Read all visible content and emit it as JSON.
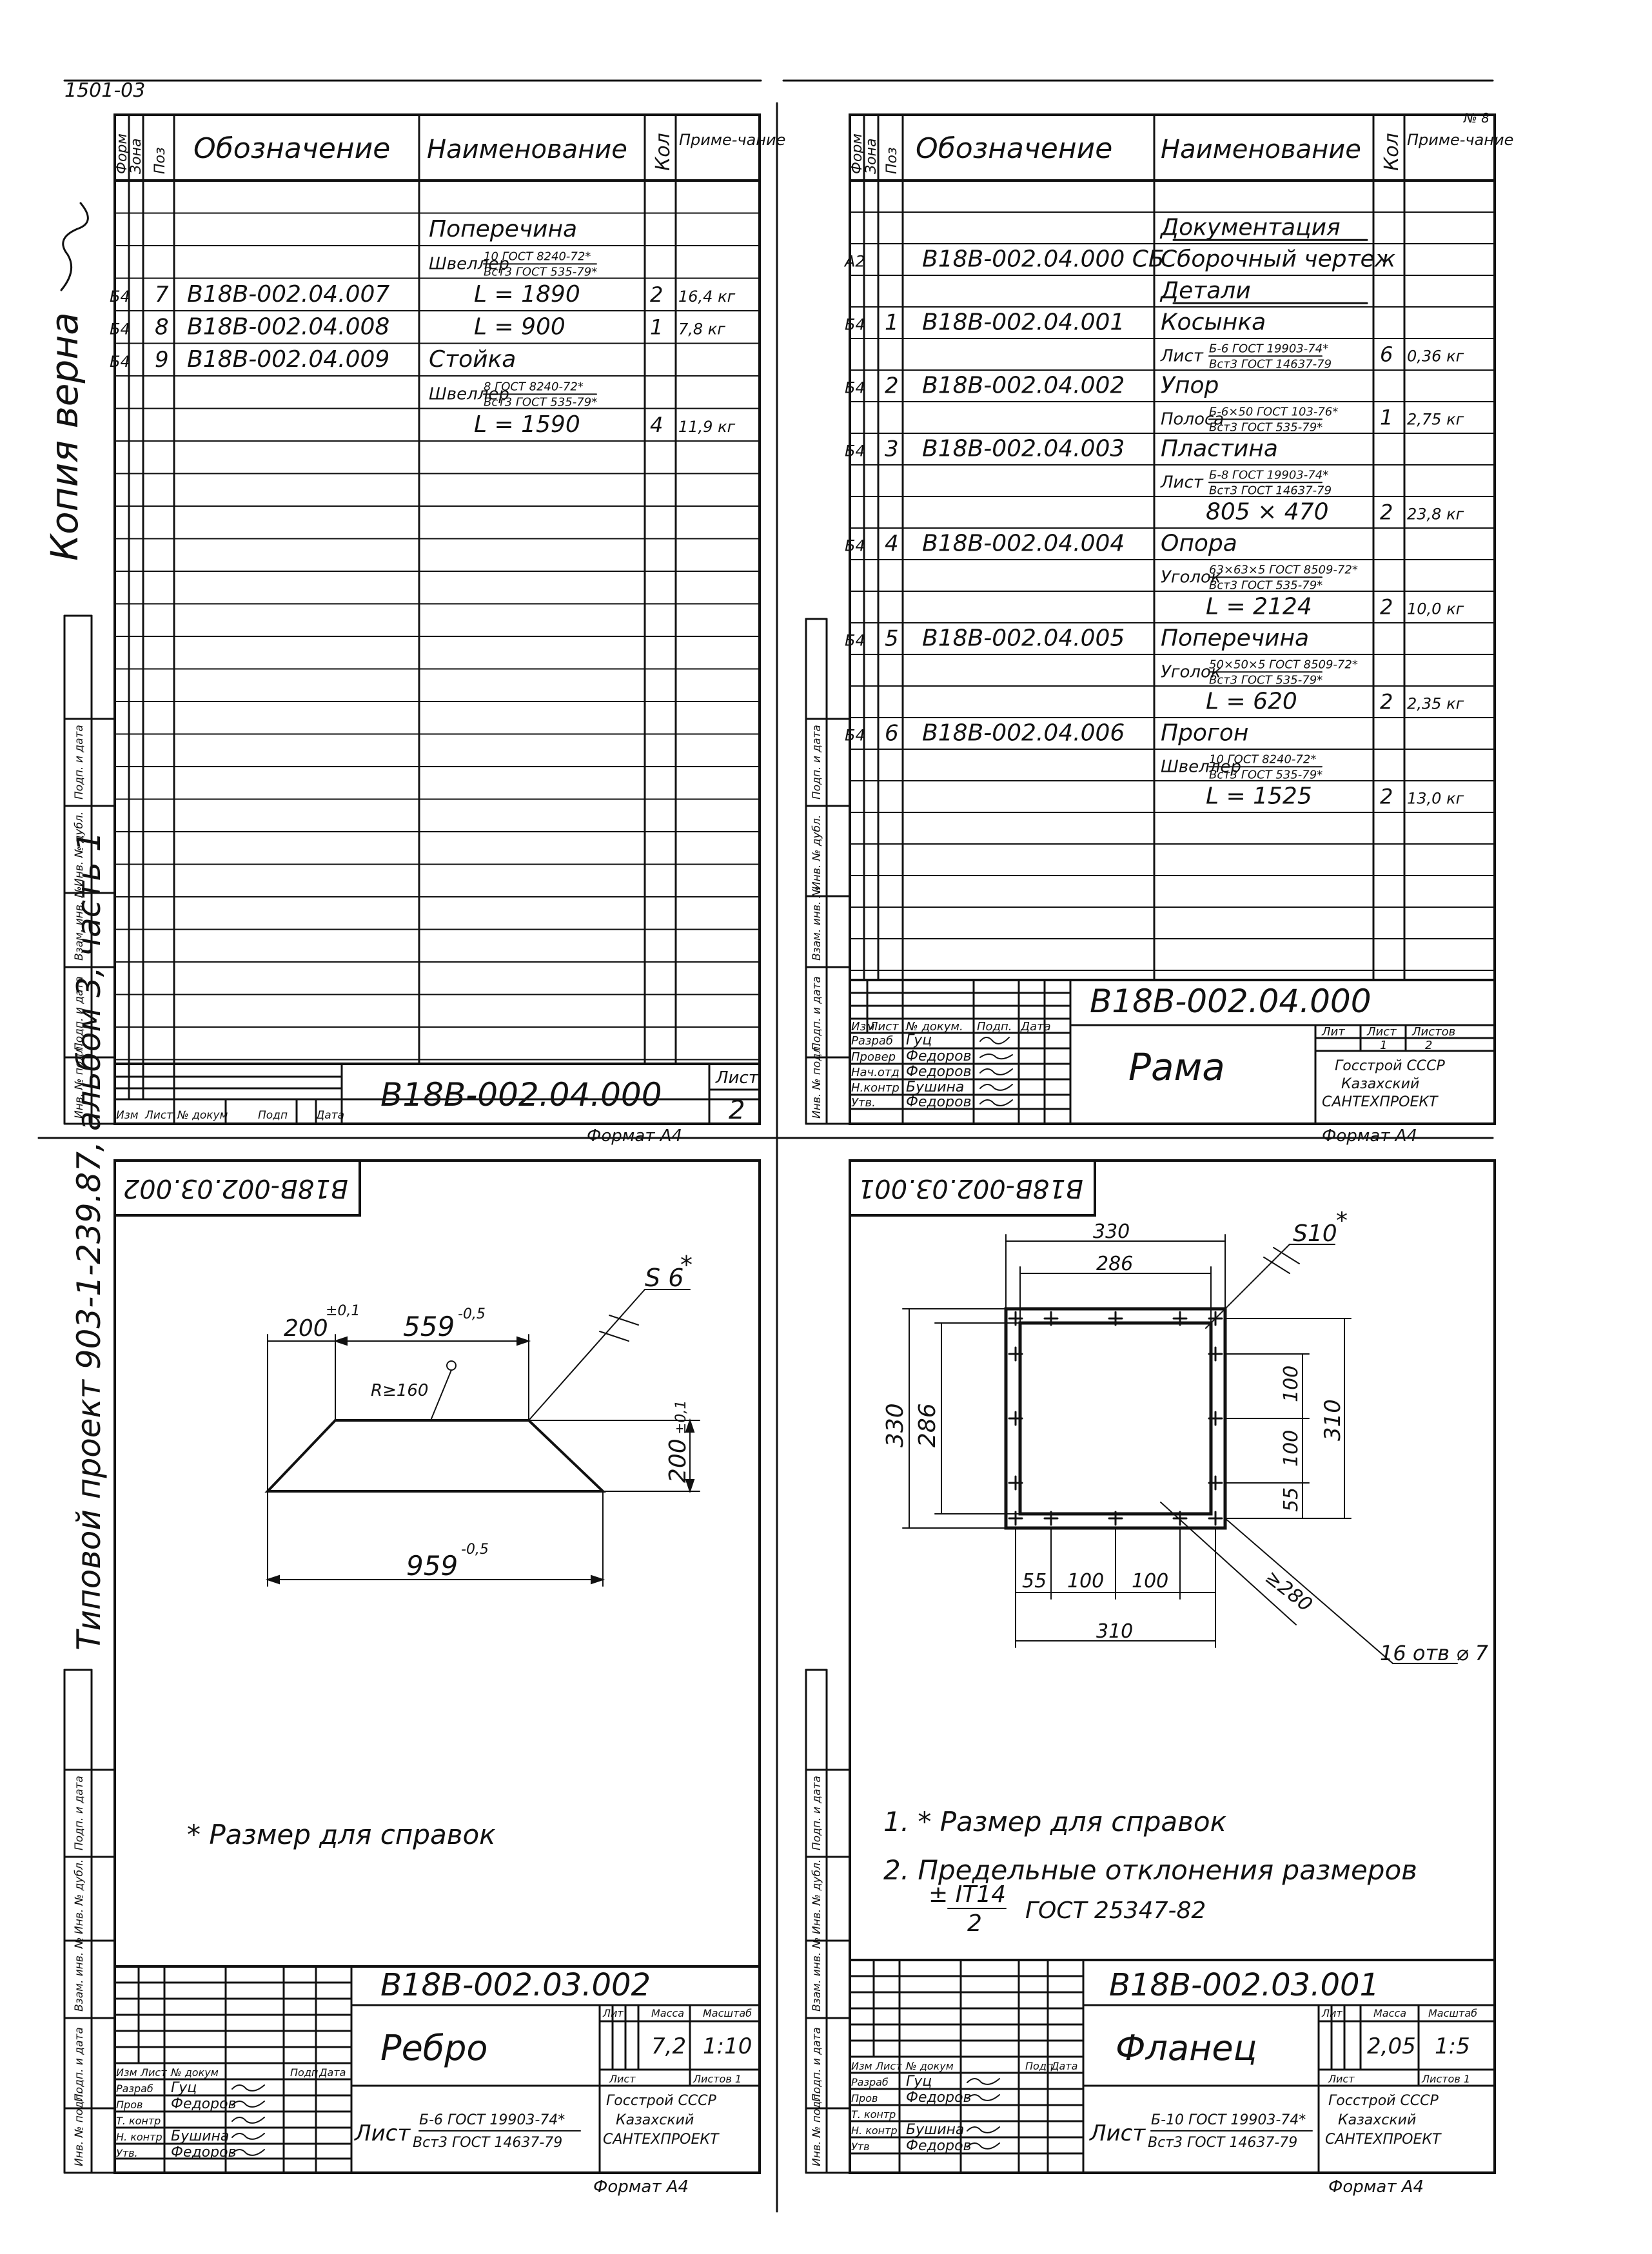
{
  "page": {
    "corner_code": "1501-03",
    "series_note": "Типовой проект 903-1-239.87, альбом 3, часть 1",
    "copy_note": "Копия верна"
  },
  "sheet_tl": {
    "headers": [
      "Форм",
      "Зона",
      "Поз",
      "Обозначение",
      "Наименование",
      "Кол",
      "Приме-чание"
    ],
    "rows": [
      {
        "name": "Поперечина"
      },
      {
        "name": "Швеллер",
        "spec_top": "10 ГОСТ 8240-72*",
        "spec_bottom": "Вст3 ГОСТ 535-79*"
      },
      {
        "fmt": "Б4",
        "pos": "7",
        "des": "В18В-002.04.007",
        "name": "L = 1890",
        "qty": "2",
        "note": "16,4 кг"
      },
      {
        "fmt": "Б4",
        "pos": "8",
        "des": "В18В-002.04.008",
        "name": "L = 900",
        "qty": "1",
        "note": "7,8 кг"
      },
      {
        "fmt": "Б4",
        "pos": "9",
        "des": "В18В-002.04.009",
        "name": "Стойка"
      },
      {
        "name": "Швеллер",
        "spec_top": "8 ГОСТ 8240-72*",
        "spec_bottom": "Вст3 ГОСТ 535-79*"
      },
      {
        "name": "L = 1590",
        "qty": "4",
        "note": "11,9 кг"
      }
    ],
    "designation": "В18В-002.04.000",
    "sheet_label": "Лист",
    "sheet_no": "2",
    "stamp_cols": [
      "Изм",
      "Лист",
      "№ докум",
      "Подп",
      "Дата"
    ],
    "format": "Формат А4"
  },
  "sheet_tr": {
    "headers": [
      "Форм",
      "Зона",
      "Поз",
      "Обозначение",
      "Наименование",
      "Кол",
      "Приме-чание"
    ],
    "top_mark": "№ 8",
    "rows": [
      {
        "name": "Документация",
        "section": true
      },
      {
        "fmt": "А2",
        "des": "В18В-002.04.000 СБ",
        "name": "Сборочный чертеж"
      },
      {
        "name": "Детали",
        "section": true
      },
      {
        "fmt": "Б4",
        "pos": "1",
        "des": "В18В-002.04.001",
        "name": "Косынка"
      },
      {
        "name": "Лист",
        "spec_top": "Б-6 ГОСТ 19903-74*",
        "spec_bottom": "Вст3 ГОСТ 14637-79",
        "qty": "6",
        "note": "0,36 кг"
      },
      {
        "fmt": "Б4",
        "pos": "2",
        "des": "В18В-002.04.002",
        "name": "Упор"
      },
      {
        "name": "Полоса",
        "spec_top": "Б-6×50 ГОСТ 103-76*",
        "spec_bottom": "Вст3 ГОСТ 535-79*",
        "qty": "1",
        "note": "2,75 кг"
      },
      {
        "fmt": "Б4",
        "pos": "3",
        "des": "В18В-002.04.003",
        "name": "Пластина"
      },
      {
        "name": "Лист",
        "spec_top": "Б-8 ГОСТ 19903-74*",
        "spec_bottom": "Вст3 ГОСТ 14637-79"
      },
      {
        "name": "805 × 470",
        "qty": "2",
        "note": "23,8 кг"
      },
      {
        "fmt": "Б4",
        "pos": "4",
        "des": "В18В-002.04.004",
        "name": "Опора"
      },
      {
        "name": "Уголок",
        "spec_top": "63×63×5 ГОСТ 8509-72*",
        "spec_bottom": "Вст3 ГОСТ 535-79*"
      },
      {
        "name": "L = 2124",
        "qty": "2",
        "note": "10,0 кг"
      },
      {
        "fmt": "Б4",
        "pos": "5",
        "des": "В18В-002.04.005",
        "name": "Поперечина"
      },
      {
        "name": "Уголок",
        "spec_top": "50×50×5 ГОСТ 8509-72*",
        "spec_bottom": "Вст3 ГОСТ 535-79*"
      },
      {
        "name": "L = 620",
        "qty": "2",
        "note": "2,35 кг"
      },
      {
        "fmt": "Б4",
        "pos": "6",
        "des": "В18В-002.04.006",
        "name": "Прогон"
      },
      {
        "name": "Швеллер",
        "spec_top": "10 ГОСТ 8240-72*",
        "spec_bottom": "Вст3 ГОСТ 535-79*"
      },
      {
        "name": "L = 1525",
        "qty": "2",
        "note": "13,0 кг"
      }
    ],
    "designation": "В18В-002.04.000",
    "title": "Рама",
    "stamp_cols": [
      "Изм",
      "Лист",
      "№ докум.",
      "Подп.",
      "Дата"
    ],
    "roles": [
      "Разраб",
      "Провер",
      "Нач.отд",
      "Н.контр",
      "Утв."
    ],
    "names": [
      "Гуц",
      "Федоров",
      "Федоров",
      "Бушина",
      "Федоров"
    ],
    "lit_headers": [
      "Лит",
      "Лист",
      "Листов"
    ],
    "lit_values": [
      "",
      "1",
      "2"
    ],
    "org": [
      "Госстрой СССР",
      "Казахский",
      "САНТЕХПРОЕКТ"
    ],
    "format": "Формат А4"
  },
  "sheet_bl": {
    "stamp_code": "В18В-002.03.002",
    "dims": {
      "overall_top": "559",
      "overall_top_tol": "-0,5",
      "offset": "200",
      "offset_tol": "±0,1",
      "radius": "R≥160",
      "height": "200",
      "height_tol": "±0,1",
      "bottom": "959",
      "bottom_tol": "-0,5",
      "thickness": "S 6",
      "thickness_mark": "*"
    },
    "note": "* Размер для справок",
    "designation": "В18В-002.03.002",
    "title": "Ребро",
    "mass": "7,2",
    "scale": "1:10",
    "stamp_cols": [
      "Изм",
      "Лист",
      "№ докум",
      "Подп",
      "Дата"
    ],
    "roles": [
      "Разраб",
      "Пров",
      "Т. контр",
      "Н. контр",
      "Утв."
    ],
    "names": [
      "Гуц",
      "Федоров",
      "",
      "Бушина",
      "Федоров"
    ],
    "headers": [
      "Лит",
      "Масса",
      "Масштаб"
    ],
    "sheet_labels": [
      "Лист",
      "Листов 1"
    ],
    "material_label": "Лист",
    "material_top": "Б-6 ГОСТ 19903-74*",
    "material_bottom": "Вст3 ГОСТ 14637-79",
    "org": [
      "Госстрой СССР",
      "Казахский",
      "САНТЕХПРОЕКТ"
    ],
    "format": "Формат А4"
  },
  "sheet_br": {
    "stamp_code": "В18В-002.03.001",
    "dims": {
      "outer": "330",
      "inner": "286",
      "thickness": "S10",
      "thickness_mark": "*",
      "outer_v": "330",
      "inner_v": "286",
      "hole_span_v": "310",
      "pitch_a": "100",
      "pitch_b": "100",
      "edge_a": "55",
      "edge_b": "55",
      "pitch_c": "100",
      "pitch_d": "100",
      "hole_span_h": "310",
      "diag": "≥280",
      "holes": "16 отв ⌀ 7"
    },
    "notes": [
      "1. * Размер для справок",
      "2. Предельные отклонения размеров"
    ],
    "tol_num": "± IT14",
    "tol_den": "2",
    "tol_std": "ГОСТ 25347-82",
    "designation": "В18В-002.03.001",
    "title": "Фланец",
    "mass": "2,05",
    "scale": "1:5",
    "stamp_cols": [
      "Изм",
      "Лист",
      "№ докум",
      "Подп",
      "Дата"
    ],
    "roles": [
      "Разраб",
      "Пров",
      "Т. контр",
      "Н. контр",
      "Утв"
    ],
    "names": [
      "Гуц",
      "Федоров",
      "",
      "Бушина",
      "Федоров"
    ],
    "headers": [
      "Лит",
      "Масса",
      "Масштаб"
    ],
    "sheet_labels": [
      "Лист",
      "Листов 1"
    ],
    "material_label": "Лист",
    "material_top": "Б-10 ГОСТ 19903-74*",
    "material_bottom": "Вст3 ГОСТ 14637-79",
    "org": [
      "Госстрой СССР",
      "Казахский",
      "САНТЕХПРОЕКТ"
    ],
    "format": "Формат А4"
  },
  "side_labels": [
    "Инв. № подл.",
    "Подп. и дата",
    "Взам. инв. №",
    "Инв. № дубл.",
    "Подп. и дата"
  ]
}
